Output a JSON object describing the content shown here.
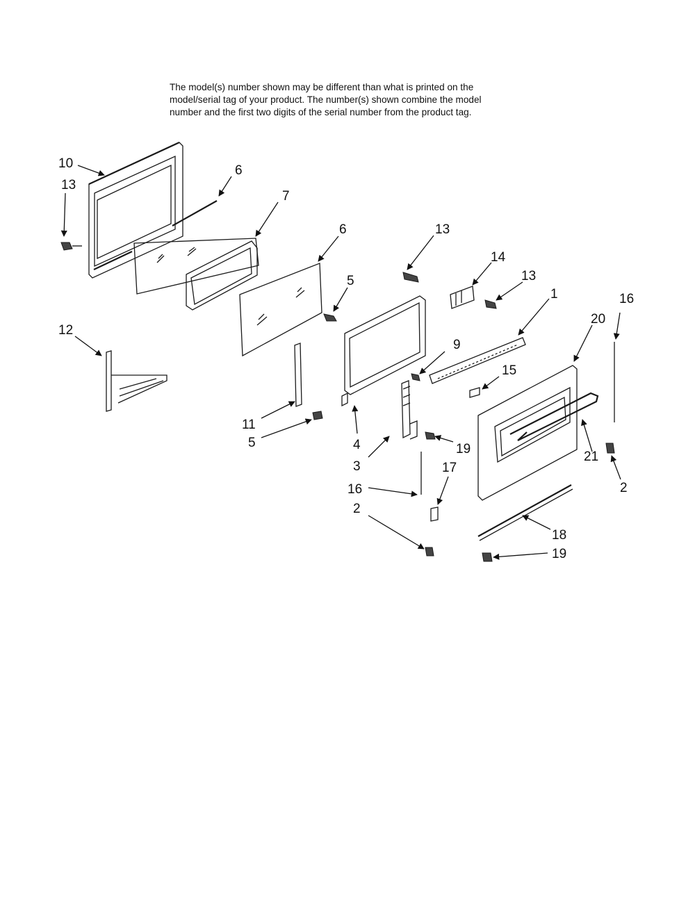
{
  "note": {
    "line1": "The model(s) number shown may be different than what is printed on the",
    "line2": "model/serial tag of your product. The number(s) shown combine the model",
    "line3": "number and the first two digits of the serial number from the product tag."
  },
  "callouts": {
    "c10": "10",
    "c13a": "13",
    "c6a": "6",
    "c7": "7",
    "c6b": "6",
    "c13b": "13",
    "c14": "14",
    "c13c": "13",
    "c5a": "5",
    "c1": "1",
    "c16a": "16",
    "c20": "20",
    "c12": "12",
    "c9": "9",
    "c15": "15",
    "c11": "11",
    "c5b": "5",
    "c4": "4",
    "c19a": "19",
    "c3": "3",
    "c21": "21",
    "c17": "17",
    "c16b": "16",
    "c2a": "2",
    "c2b": "2",
    "c18": "18",
    "c19b": "19"
  }
}
